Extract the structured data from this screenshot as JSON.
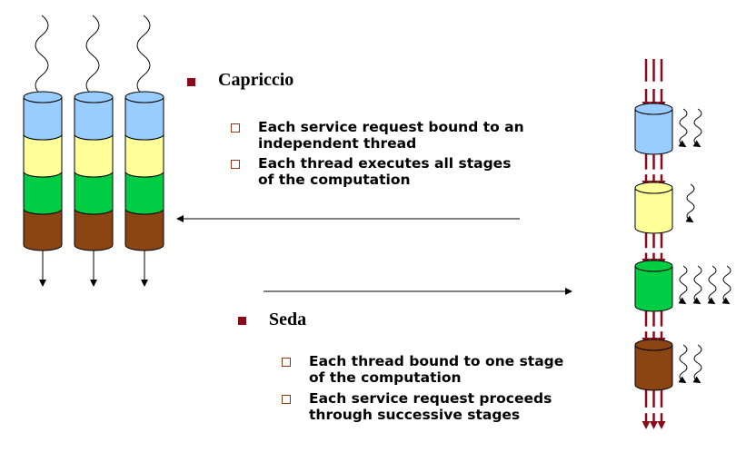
{
  "capriccio": {
    "title": "Capriccio",
    "points": [
      "Each service request bound to an independent thread",
      "Each thread executes all stages of the computation"
    ]
  },
  "seda": {
    "title": "Seda",
    "points": [
      "Each thread bound to one stage of the computation",
      "Each service request proceeds through successive stages"
    ]
  },
  "colors": {
    "stage1": "#99ccff",
    "stage2": "#ffff99",
    "stage3": "#00cc44",
    "stage4": "#8b4513",
    "request_arrow": "#8b0a1a",
    "bullet": "#8b0a1a"
  },
  "seda_threads_per_stage": [
    2,
    1,
    4,
    2
  ],
  "capriccio_thread_count": 3
}
